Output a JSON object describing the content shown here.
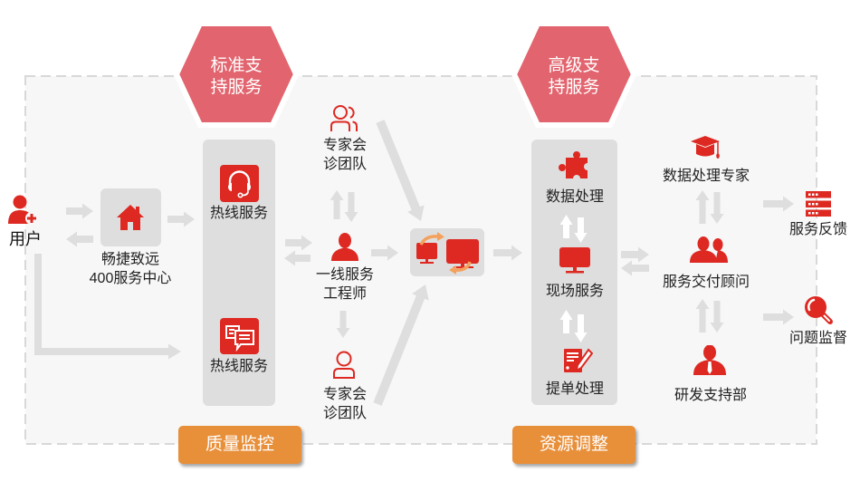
{
  "hexagons": [
    {
      "line1": "标准支",
      "line2": "持服务"
    },
    {
      "line1": "高级支",
      "line2": "持服务"
    }
  ],
  "user": {
    "label": "用户",
    "icon": "user-add-icon"
  },
  "service_center": {
    "line1": "畅捷致远",
    "line2": "400服务中心",
    "icon": "home-icon"
  },
  "standard_column": {
    "items": [
      {
        "label": "热线服务",
        "icon": "headset-icon"
      },
      {
        "label": "热线服务",
        "icon": "chat-bubbles-icon"
      }
    ]
  },
  "expert_team_top": {
    "line1": "专家会",
    "line2": "诊团队",
    "icon": "group-outline-icon"
  },
  "engineer": {
    "line1": "一线服务",
    "line2": "工程师",
    "icon": "person-icon"
  },
  "expert_team_bottom": {
    "line1": "专家会",
    "line2": "诊团队",
    "icon": "person-outline-icon"
  },
  "remote_hub": {
    "icon": "remote-desktop-icon"
  },
  "advanced_column": {
    "items": [
      {
        "label": "数据处理",
        "icon": "puzzle-icon"
      },
      {
        "label": "现场服务",
        "icon": "monitor-icon"
      },
      {
        "label": "提单处理",
        "icon": "form-edit-icon"
      }
    ]
  },
  "roles": [
    {
      "label": "数据处理专家",
      "icon": "graduation-cap-icon"
    },
    {
      "label": "服务交付顾问",
      "icon": "team-icon"
    },
    {
      "label": "研发支持部",
      "icon": "businessman-icon"
    }
  ],
  "outputs": [
    {
      "label": "服务反馈",
      "icon": "server-list-icon"
    },
    {
      "label": "问题监督",
      "icon": "magnifier-icon"
    }
  ],
  "buttons": {
    "quality": "质量监控",
    "resource": "资源调整"
  },
  "colors": {
    "accent_red": "#dd2922",
    "hexagon": "#e2646e",
    "button_orange": "#e88f3a",
    "panel_gray": "#dfdede",
    "arrow_gray": "#dedede",
    "arrow_white": "#ffffff",
    "transfer_orange": "#f3a15c"
  }
}
